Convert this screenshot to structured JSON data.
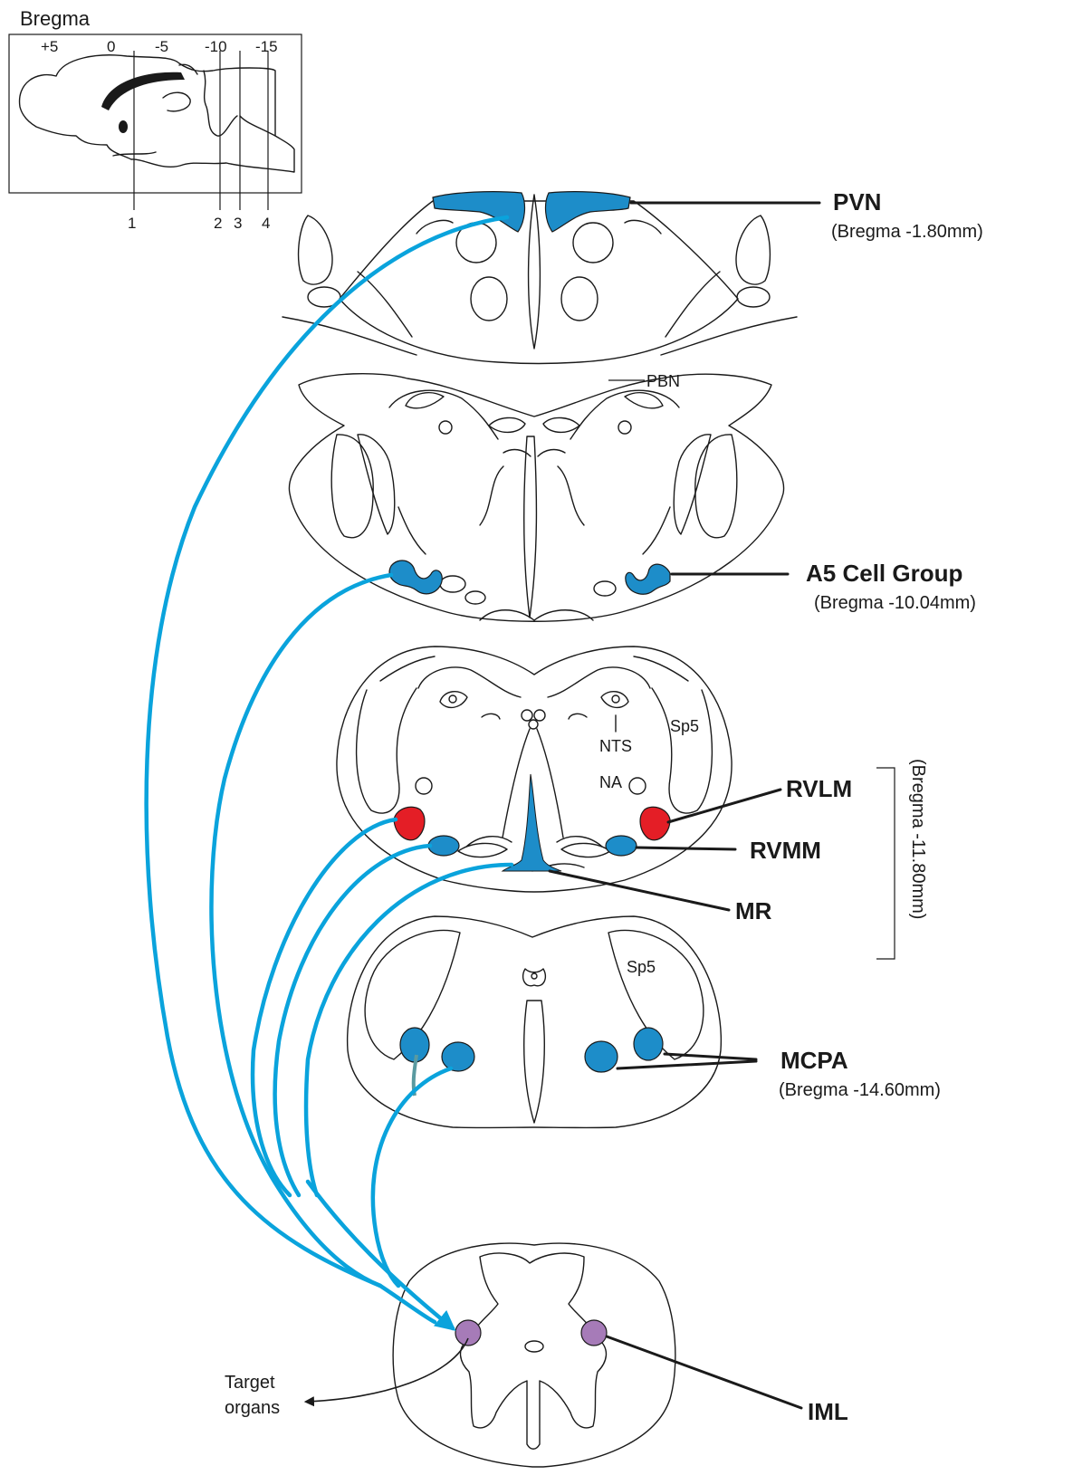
{
  "inset": {
    "title": "Bregma",
    "scale_ticks": [
      "+5",
      "0",
      "-5",
      "-10",
      "-15"
    ],
    "section_numbers": [
      "1",
      "2",
      "3",
      "4"
    ]
  },
  "labels": {
    "pvn": {
      "name": "PVN",
      "sub": "(Bregma -1.80mm)"
    },
    "a5": {
      "name": "A5 Cell Group",
      "sub": "(Bregma -10.04mm)"
    },
    "rvlm": {
      "name": "RVLM"
    },
    "rvmm": {
      "name": "RVMM"
    },
    "mr": {
      "name": "MR"
    },
    "mcpa": {
      "name": "MCPA",
      "sub": "(Bregma -14.60mm)"
    },
    "iml": {
      "name": "IML"
    },
    "bracket": "(Bregma -11.80mm)",
    "pbn": "PBN",
    "nts": "NTS",
    "na": "NA",
    "sp5_upper": "Sp5",
    "sp5_lower": "Sp5",
    "target": [
      "Target",
      "organs"
    ]
  },
  "colors": {
    "projection": "#0aa3dc",
    "nucleus_fill": "#1d8dc9",
    "rvlm_fill": "#e41e26",
    "iml_fill": "#a67bb8",
    "mcpa_link": "#5a9aa0",
    "outline": "#1a1a1a"
  }
}
